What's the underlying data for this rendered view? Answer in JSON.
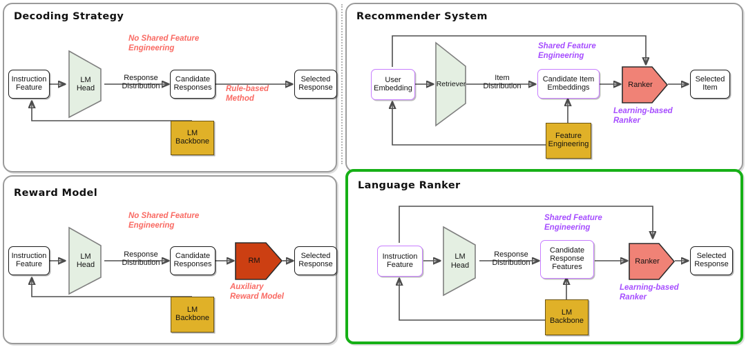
{
  "figure": {
    "panels": [
      {
        "id": "decoding-strategy",
        "title": "Decoding Strategy",
        "highlight": false,
        "nodes": [
          {
            "name": "instruction-feature",
            "label": "Instruction\nFeature",
            "style": "rounded-black"
          },
          {
            "name": "lm-head",
            "label": "LM\nHead",
            "style": "trapezoid-green"
          },
          {
            "name": "candidate-responses",
            "label": "Candidate\nResponses",
            "style": "rounded-black"
          },
          {
            "name": "selected-response",
            "label": "Selected\nResponse",
            "style": "rounded-black"
          },
          {
            "name": "lm-backbone",
            "label": "LM\nBackbone",
            "style": "amber-square"
          }
        ],
        "edge_labels": [
          {
            "name": "response-distribution",
            "label": "Response\nDistribution"
          }
        ],
        "annotations": [
          {
            "name": "no-shared-feature-engineering",
            "label": "No Shared Feature\nEngineering",
            "color": "#f96a63"
          },
          {
            "name": "rule-based-method",
            "label": "Rule-based\nMethod",
            "color": "#f96a63"
          }
        ]
      },
      {
        "id": "recommender-system",
        "title": "Recommender System",
        "highlight": false,
        "nodes": [
          {
            "name": "user-embedding",
            "label": "User\nEmbedding",
            "style": "rounded-purple"
          },
          {
            "name": "retriever",
            "label": "Retriever",
            "style": "trapezoid-green"
          },
          {
            "name": "candidate-item-embeddings",
            "label": "Candidate Item\nEmbeddings",
            "style": "rounded-purple"
          },
          {
            "name": "ranker",
            "label": "Ranker",
            "style": "pentagon-salmon"
          },
          {
            "name": "selected-item",
            "label": "Selected\nItem",
            "style": "rounded-black"
          },
          {
            "name": "feature-engineering",
            "label": "Feature\nEngineering",
            "style": "amber-square"
          }
        ],
        "edge_labels": [
          {
            "name": "item-distribution",
            "label": "Item\nDistribution"
          }
        ],
        "annotations": [
          {
            "name": "shared-feature-engineering",
            "label": "Shared Feature\nEngineering",
            "color": "#a64dff"
          },
          {
            "name": "learning-based-ranker",
            "label": "Learning-based\nRanker",
            "color": "#a64dff"
          }
        ]
      },
      {
        "id": "reward-model",
        "title": "Reward Model",
        "highlight": false,
        "nodes": [
          {
            "name": "instruction-feature",
            "label": "Instruction\nFeature",
            "style": "rounded-black"
          },
          {
            "name": "lm-head",
            "label": "LM\nHead",
            "style": "trapezoid-green"
          },
          {
            "name": "candidate-responses",
            "label": "Candidate\nResponses",
            "style": "rounded-black"
          },
          {
            "name": "rm",
            "label": "RM",
            "style": "pentagon-darkorange"
          },
          {
            "name": "selected-response",
            "label": "Selected\nResponse",
            "style": "rounded-black"
          },
          {
            "name": "lm-backbone",
            "label": "LM\nBackbone",
            "style": "amber-square"
          }
        ],
        "edge_labels": [
          {
            "name": "response-distribution",
            "label": "Response\nDistribution"
          }
        ],
        "annotations": [
          {
            "name": "no-shared-feature-engineering",
            "label": "No Shared Feature\nEngineering",
            "color": "#f96a63"
          },
          {
            "name": "auxiliary-reward-model",
            "label": "Auxiliary\nReward Model",
            "color": "#f96a63"
          }
        ]
      },
      {
        "id": "language-ranker",
        "title": "Language Ranker",
        "highlight": true,
        "nodes": [
          {
            "name": "instruction-feature",
            "label": "Instruction\nFeature",
            "style": "rounded-purple"
          },
          {
            "name": "lm-head",
            "label": "LM\nHead",
            "style": "trapezoid-green"
          },
          {
            "name": "candidate-response-features",
            "label": "Candidate\nResponse\nFeatures",
            "style": "rounded-purple"
          },
          {
            "name": "ranker",
            "label": "Ranker",
            "style": "pentagon-salmon"
          },
          {
            "name": "selected-response",
            "label": "Selected\nResponse",
            "style": "rounded-black"
          },
          {
            "name": "lm-backbone",
            "label": "LM\nBackbone",
            "style": "amber-square"
          }
        ],
        "edge_labels": [
          {
            "name": "response-distribution",
            "label": "Response\nDistribution"
          }
        ],
        "annotations": [
          {
            "name": "shared-feature-engineering",
            "label": "Shared Feature\nEngineering",
            "color": "#a64dff"
          },
          {
            "name": "learning-based-ranker",
            "label": "Learning-based\nRanker",
            "color": "#a64dff"
          }
        ]
      }
    ],
    "colors": {
      "panel_border": "#9a9a9a",
      "highlight_border": "#16b016",
      "trapezoid_fill": "#e4efe2",
      "amber_fill": "#e0b128",
      "salmon_fill": "#f08276",
      "dark_orange_fill": "#cc3f12",
      "purple_border": "#c77dff",
      "annotation_red": "#f96a63",
      "annotation_purple": "#a64dff",
      "edge_stroke": "#4d4d4d"
    }
  }
}
